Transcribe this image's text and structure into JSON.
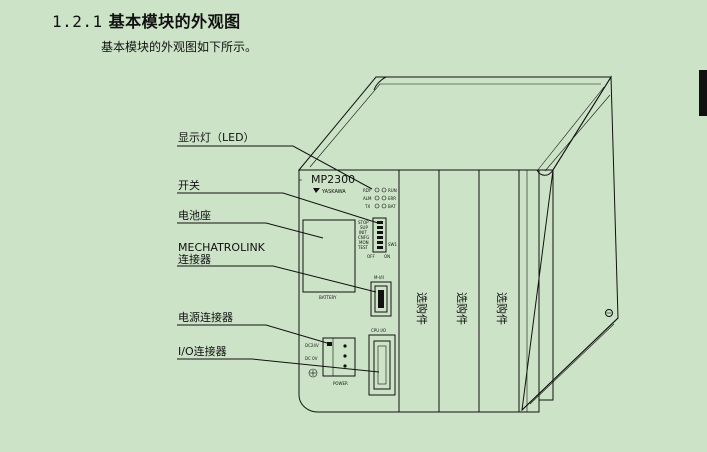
{
  "heading": {
    "number": "1.2.1",
    "text": "基本模块的外观图"
  },
  "intro": "基本模块的外观图如下所示。",
  "labels": {
    "led": "显示灯（LED）",
    "switch": "开关",
    "battery_holder": "电池座",
    "mechatrolink_line1": "MECHATROLINK",
    "mechatrolink_line2": "连接器",
    "power_connector": "电源连接器",
    "io_connector": "I/O连接器"
  },
  "module": {
    "model": "MP2300",
    "brand": "YASKAWA",
    "leds": [
      "RDY",
      "RUN",
      "ALM",
      "ERR",
      "TX",
      "BAT"
    ],
    "switches": [
      "STOP",
      "SUP",
      "INIT",
      "CNFG",
      "MON",
      "TEST"
    ],
    "switch_id": "SW1",
    "off": "OFF",
    "on": "ON",
    "battery": "BATTERY",
    "m_port": "M-I/II",
    "cpu_io": "CPU I/O",
    "dc24v": "DC24V",
    "dc0v": "DC 0V",
    "power": "POWER"
  },
  "slots": [
    "选购件",
    "选购件",
    "选购件"
  ]
}
